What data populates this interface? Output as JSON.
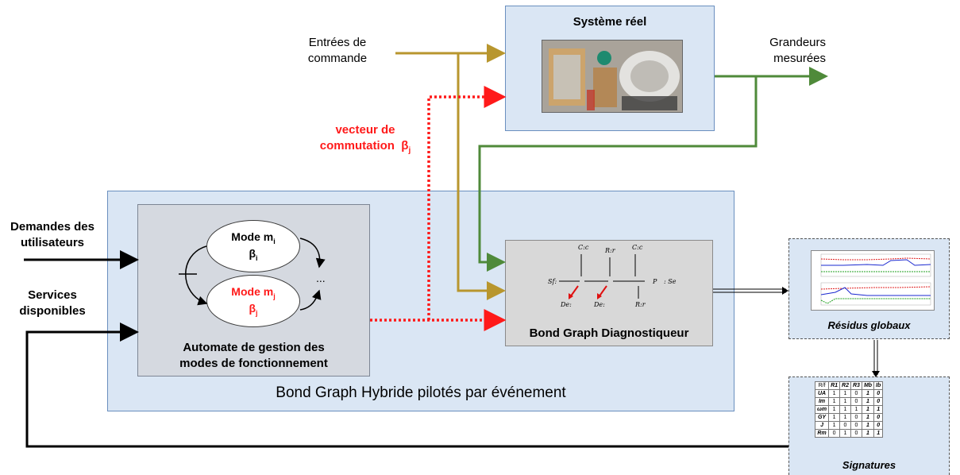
{
  "colors": {
    "command_arrow": "#b8962e",
    "measure_arrow": "#4f8a3a",
    "switch_arrow": "#ff1a1a",
    "black": "#000000",
    "box_blue": "#dae6f4",
    "box_gray": "#d8d8d8"
  },
  "systeme": {
    "title": "Système réel"
  },
  "inputs": {
    "entrees": [
      "Entrées de",
      "commande"
    ],
    "grandeurs": [
      "Grandeurs",
      "mesurées"
    ],
    "vecteur": [
      "vecteur de",
      "commutation"
    ],
    "beta": "β",
    "beta_sub": "j",
    "demandes": [
      "Demandes des",
      "utilisateurs"
    ],
    "services": [
      "Services",
      "disponibles"
    ]
  },
  "automate": {
    "mode_i": {
      "label": "Mode m",
      "sub": "i",
      "beta": "β",
      "beta_sub": "i"
    },
    "mode_j": {
      "label": "Mode m",
      "sub": "j",
      "beta": "β",
      "beta_sub": "j"
    },
    "ellipsis": "...",
    "caption": [
      "Automate de gestion des",
      "modes de fonctionnement"
    ]
  },
  "bgd": {
    "title": "Bond Graph Diagnostiqueur",
    "labels": {
      "c1": "C:c",
      "r1": "R:r",
      "c2": "C:c",
      "sf": "Sf:",
      "de1": "De:",
      "de2": "De:",
      "r2": "R:r",
      "pint": "P",
      "se": ": Se"
    }
  },
  "hybride": {
    "title": "Bond Graph Hybride pilotés par événement"
  },
  "residus": {
    "caption": "Résidus globaux"
  },
  "signatures": {
    "caption": "Signatures",
    "headers": [
      "R/f",
      "R1",
      "R2",
      "R3",
      "Mb",
      "Ib"
    ],
    "rows": [
      [
        "UA",
        "1",
        "1",
        "0",
        "1",
        "0"
      ],
      [
        "Im",
        "1",
        "1",
        "0",
        "1",
        "0"
      ],
      [
        "ωm",
        "1",
        "1",
        "1",
        "1",
        "1"
      ],
      [
        "GY",
        "1",
        "1",
        "0",
        "1",
        "0"
      ],
      [
        "J",
        "1",
        "0",
        "0",
        "1",
        "0"
      ],
      [
        "Rm",
        "0",
        "1",
        "0",
        "1",
        "1"
      ]
    ]
  }
}
